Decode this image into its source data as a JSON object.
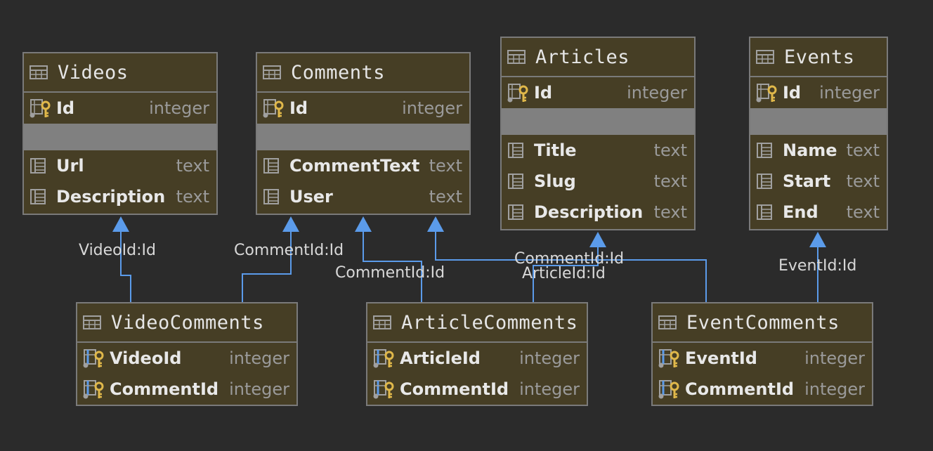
{
  "tables": {
    "videos": {
      "title": "Videos",
      "pk": {
        "name": "Id",
        "type": "integer"
      },
      "fields": [
        {
          "name": "Url",
          "type": "text"
        },
        {
          "name": "Description",
          "type": "text"
        }
      ]
    },
    "comments": {
      "title": "Comments",
      "pk": {
        "name": "Id",
        "type": "integer"
      },
      "fields": [
        {
          "name": "CommentText",
          "type": "text"
        },
        {
          "name": "User",
          "type": "text"
        }
      ]
    },
    "articles": {
      "title": "Articles",
      "pk": {
        "name": "Id",
        "type": "integer"
      },
      "fields": [
        {
          "name": "Title",
          "type": "text"
        },
        {
          "name": "Slug",
          "type": "text"
        },
        {
          "name": "Description",
          "type": "text"
        }
      ]
    },
    "events": {
      "title": "Events",
      "pk": {
        "name": "Id",
        "type": "integer"
      },
      "fields": [
        {
          "name": "Name",
          "type": "text"
        },
        {
          "name": "Start",
          "type": "text"
        },
        {
          "name": "End",
          "type": "text"
        }
      ]
    },
    "videocomments": {
      "title": "VideoComments",
      "keys": [
        {
          "name": "VideoId",
          "type": "integer"
        },
        {
          "name": "CommentId",
          "type": "integer"
        }
      ]
    },
    "articlecomments": {
      "title": "ArticleComments",
      "keys": [
        {
          "name": "ArticleId",
          "type": "integer"
        },
        {
          "name": "CommentId",
          "type": "integer"
        }
      ]
    },
    "eventcomments": {
      "title": "EventComments",
      "keys": [
        {
          "name": "EventId",
          "type": "integer"
        },
        {
          "name": "CommentId",
          "type": "integer"
        }
      ]
    }
  },
  "relations": [
    {
      "label": "VideoId:Id",
      "from": "VideoComments",
      "to": "Videos"
    },
    {
      "label": "CommentId:Id",
      "from": "VideoComments",
      "to": "Comments"
    },
    {
      "label": "CommentId:Id",
      "from": "ArticleComments",
      "to": "Comments"
    },
    {
      "label": "CommentId:Id",
      "from": "EventComments",
      "to": "Comments"
    },
    {
      "label": "ArticleId:Id",
      "from": "ArticleComments",
      "to": "Articles"
    },
    {
      "label": "EventId:Id",
      "from": "EventComments",
      "to": "Events"
    }
  ],
  "colors": {
    "background": "#2b2b2b",
    "table_fill": "#463e25",
    "table_border": "#7a7a7a",
    "separator": "#808080",
    "edge": "#5b9bea",
    "key_icon": "#e0b84a"
  }
}
